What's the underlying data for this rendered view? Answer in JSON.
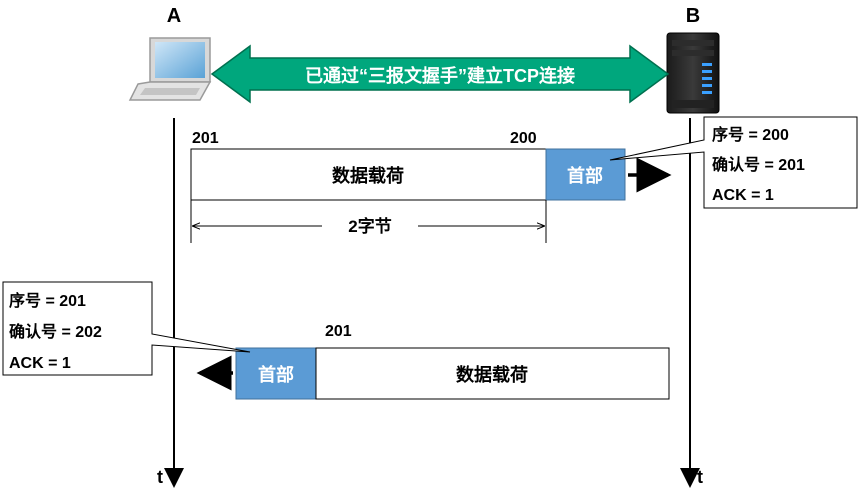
{
  "hosts": {
    "a": {
      "label": "A"
    },
    "b": {
      "label": "B"
    }
  },
  "banner": {
    "text": "已通过“三报文握手”建立TCP连接",
    "color": "#00a77d"
  },
  "timeline": {
    "label": "t"
  },
  "segment1": {
    "seq_left": "201",
    "seq_right": "200",
    "payload_label": "数据载荷",
    "header_label": "首部",
    "length_label": "2字节",
    "callout": {
      "line1": "序号 = 200",
      "line2": "确认号 = 201",
      "line3": "ACK = 1"
    }
  },
  "segment2": {
    "seq_label": "201",
    "payload_label": "数据载荷",
    "header_label": "首部",
    "callout": {
      "line1": "序号 = 201",
      "line2": "确认号 = 202",
      "line3": "ACK = 1"
    }
  },
  "colors": {
    "header_fill": "#5b9bd5",
    "header_stroke": "#41719c"
  },
  "icons": {
    "client": "laptop-icon",
    "server": "server-tower-icon"
  }
}
